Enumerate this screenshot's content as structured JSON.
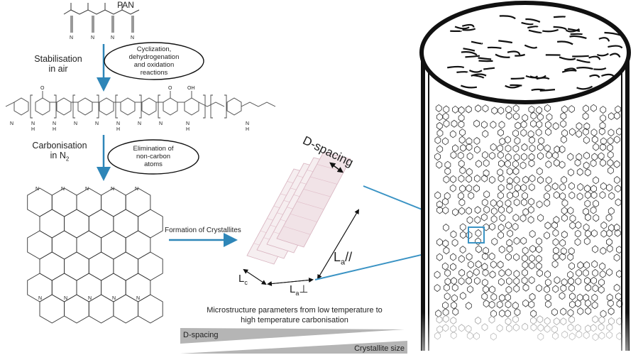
{
  "pan_label": "PAN",
  "stabilisation": {
    "line1": "Stabilisation",
    "line2": "in air"
  },
  "stabilisation_reactions": {
    "line1": "Cyclization,",
    "line2": "dehydrogenation",
    "line3": "and oxidation",
    "line4": "reactions"
  },
  "carbonisation": {
    "line1": "Carbonisation",
    "line2": "in N",
    "sub": "2"
  },
  "carbonisation_reactions": {
    "line1": "Elimination of",
    "line2": "non-carbon",
    "line3": "atoms"
  },
  "atoms": {
    "nitrogen": "N",
    "hydrogen": "H",
    "oxygen": "O",
    "hydroxyl": "OH"
  },
  "formation_label": "Formation of Crystallites",
  "d_spacing_label": "D-spacing",
  "la_parallel": {
    "main": "L",
    "sub": "a",
    "suffix": "//"
  },
  "la_perp": {
    "main": "L",
    "sub": "a",
    "suffix": "⊥"
  },
  "lc": {
    "main": "L",
    "sub": "c"
  },
  "microstructure": {
    "line1": "Microstructure parameters from low temperature to",
    "line2": "high temperature carbonisation"
  },
  "trend_d_spacing": "D-spacing",
  "trend_crystallite_size": "Crystallite size",
  "colors": {
    "arrow_blue": "#2e86b8",
    "line_blue": "#3a93c4",
    "gray_wedge": "#b5b5b5",
    "sheet_pink": "#e8c6cf"
  }
}
